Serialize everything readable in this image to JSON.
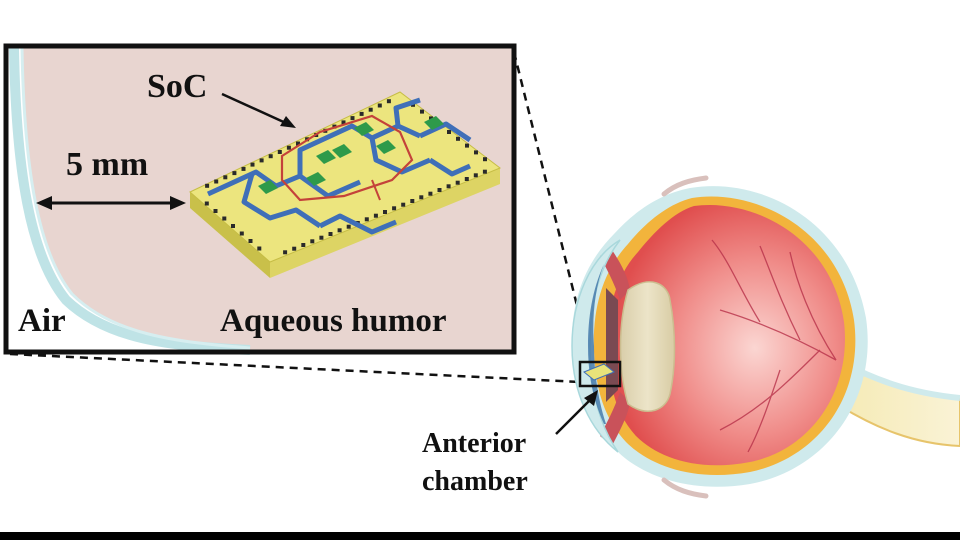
{
  "labels": {
    "soc": "SoC",
    "distance": "5 mm",
    "air": "Air",
    "aqueous": "Aqueous humor",
    "anterior_line1": "Anterior",
    "anterior_line2": "chamber"
  },
  "colors": {
    "inset_background": "#e8d5d0",
    "inset_border": "#111111",
    "chip_top": "#e8e27a",
    "chip_side": "#d4cc55",
    "chip_trace": "#3f6fb8",
    "chip_pad": "#2e9a4a",
    "chip_ring": "#c4423a",
    "eye_outer": "#cfeaec",
    "eye_sclera": "#f0b13a",
    "eye_retina": "#e85c5c",
    "lens": "#e6dcbc",
    "optic_nerve": "#f2e3a0"
  }
}
